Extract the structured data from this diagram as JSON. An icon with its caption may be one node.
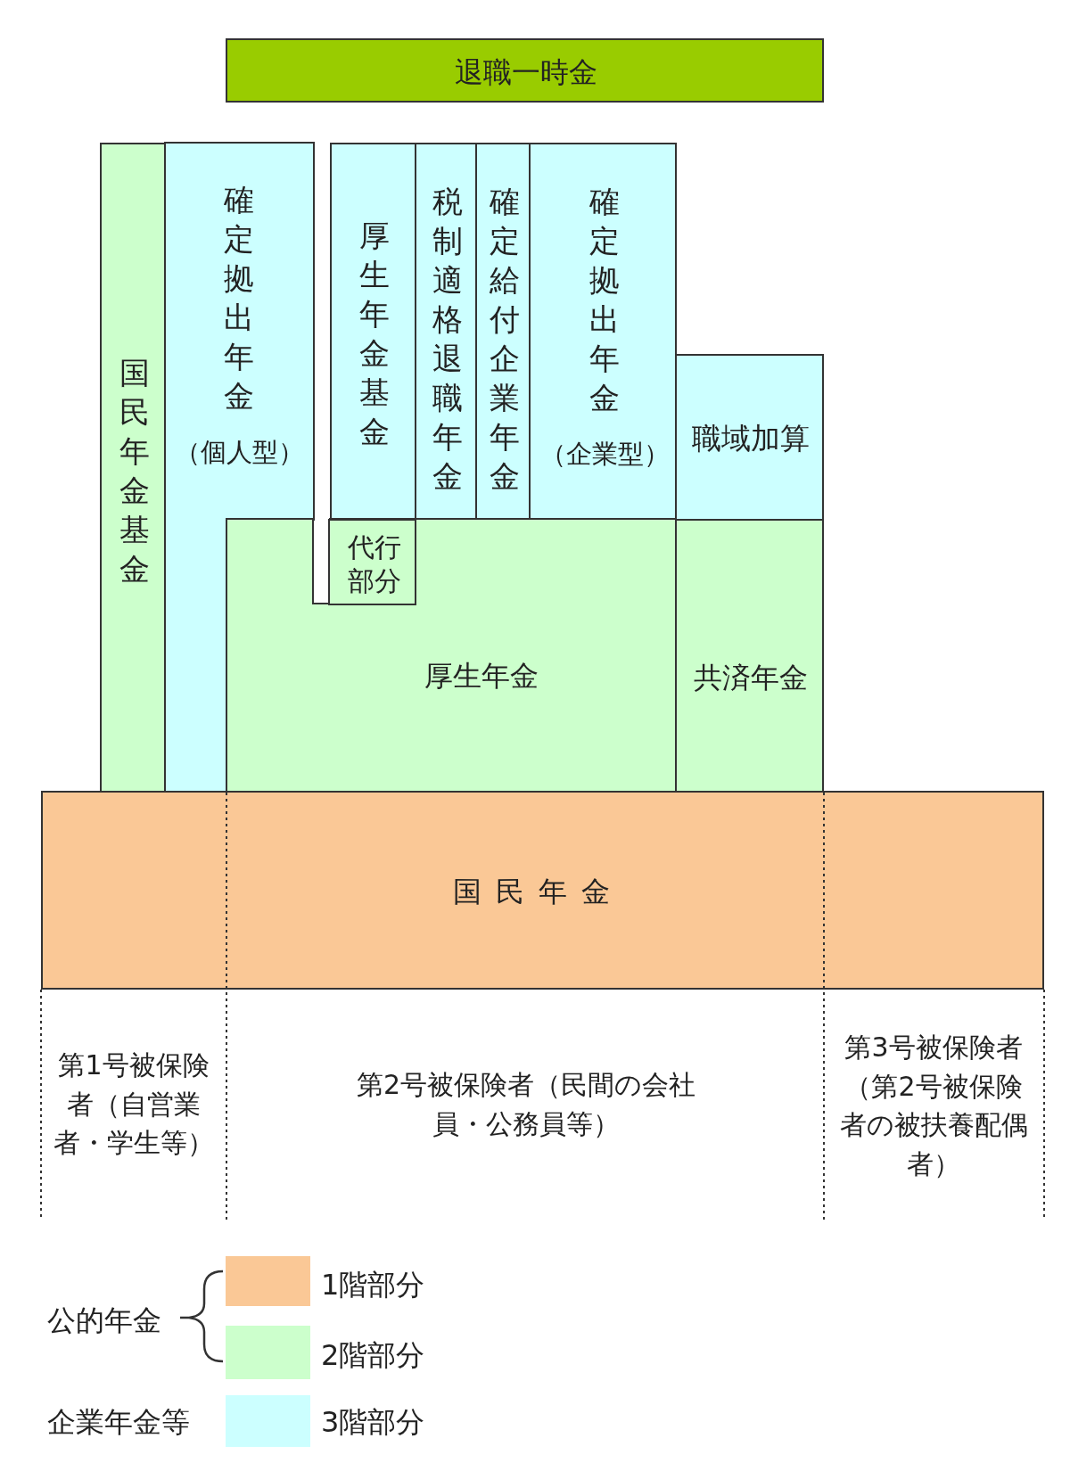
{
  "diagram": {
    "nodes": [
      {
        "text": [
          "退職一時金"
        ]
      },
      {
        "text": [
          "国民年金基金"
        ]
      },
      {
        "text": [
          "確定拠出年金",
          "（個人型）"
        ]
      },
      {
        "text": [
          "厚生年金基金"
        ]
      },
      {
        "text": [
          "税制適格退職年金"
        ]
      },
      {
        "text": [
          "確定給付企業年金"
        ]
      },
      {
        "text": [
          "確定拠出年金",
          "（企業型）"
        ]
      },
      {
        "text": [
          "職域加算"
        ]
      },
      {
        "text": [
          "厚生年金"
        ]
      },
      {
        "text": [
          "代行部分"
        ],
        "in": 8
      },
      {
        "text": [
          "共済年金"
        ]
      },
      {
        "text": [
          "国民年金"
        ]
      }
    ],
    "labels": [
      "第1号被保険者（自営業者・学生等）",
      "第2号被保険者（民間の会社員・公務員等）",
      "第3号被保険者（第2号被保険者の被扶養配偶者）",
      "公的年金",
      "企業年金等"
    ],
    "legend": [
      {
        "text": "1階部分",
        "color": "#fac896"
      },
      {
        "text": "2階部分",
        "color": "#ccffcc"
      },
      {
        "text": "3階部分",
        "color": "#ccffff"
      }
    ]
  }
}
